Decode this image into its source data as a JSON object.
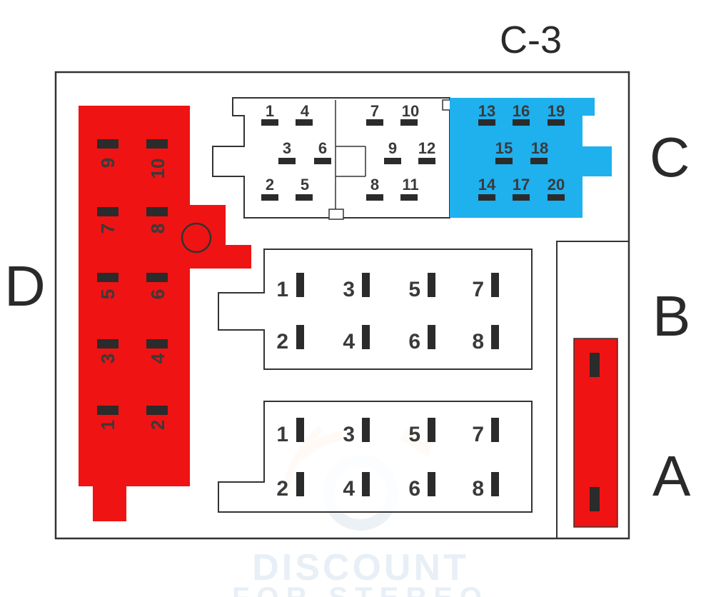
{
  "labels": {
    "c3": "C-3",
    "c": "C",
    "b": "B",
    "a": "A",
    "d": "D"
  },
  "watermark": {
    "line1": "DISCOUNT",
    "line2": "FOR STEREO",
    "icon": "speaker-logo-icon"
  },
  "colors": {
    "red": "#ef1313",
    "blue": "#1fb0ee",
    "outline": "#333333",
    "pin": "#2b2b2b",
    "label": "#3a3a3a",
    "watermark": "#d6e3ef",
    "watermark_logo": "#f7c58a"
  },
  "connector_c3": {
    "pins_left": [
      "1",
      "4",
      "3",
      "6",
      "2",
      "5"
    ],
    "pins_mid": [
      "7",
      "10",
      "9",
      "12",
      "8",
      "11"
    ],
    "pins_right": [
      "13",
      "16",
      "19",
      "15",
      "18",
      "14",
      "17",
      "20"
    ]
  },
  "connector_b": {
    "pins": [
      "1",
      "3",
      "5",
      "7",
      "2",
      "4",
      "6",
      "8"
    ]
  },
  "connector_a": {
    "pins": [
      "1",
      "3",
      "5",
      "7",
      "2",
      "4",
      "6",
      "8"
    ]
  },
  "connector_d": {
    "pins": [
      "9",
      "10",
      "7",
      "8",
      "5",
      "6",
      "3",
      "4",
      "1",
      "2"
    ]
  }
}
